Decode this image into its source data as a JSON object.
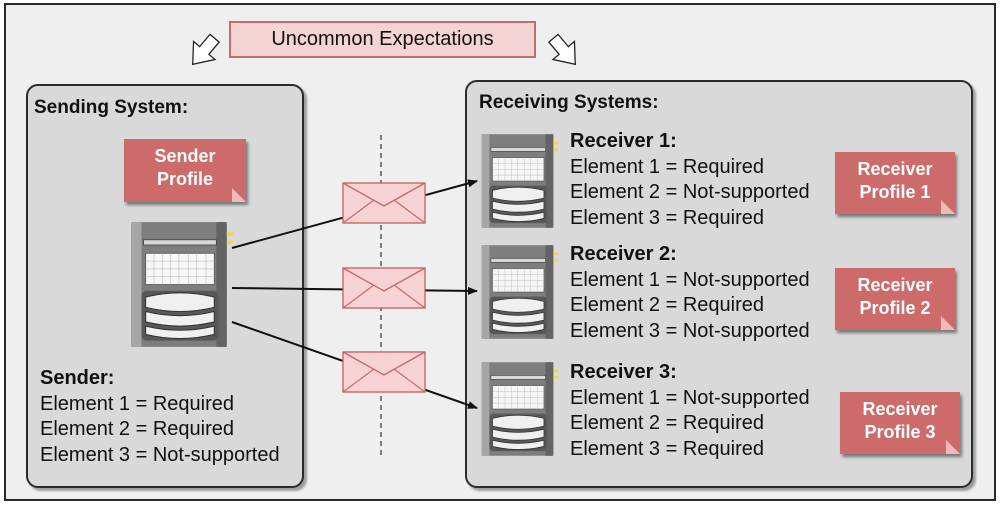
{
  "header": {
    "title": "Uncommon Expectations"
  },
  "sending": {
    "title": "Sending System:",
    "profile_line1": "Sender",
    "profile_line2": "Profile",
    "sender_heading": "Sender:",
    "elements": [
      "Element 1 = Required",
      "Element 2 = Required",
      "Element 3 = Not-supported"
    ]
  },
  "receiving": {
    "title": "Receiving Systems:",
    "receivers": [
      {
        "heading": "Receiver 1:",
        "profile_line1": "Receiver",
        "profile_line2": "Profile 1",
        "elements": [
          "Element 1 = Required",
          "Element 2 = Not-supported",
          "Element 3 = Required"
        ]
      },
      {
        "heading": "Receiver 2:",
        "profile_line1": "Receiver",
        "profile_line2": "Profile 2",
        "elements": [
          "Element 1 = Not-supported",
          "Element 2 = Required",
          "Element 3 = Not-supported"
        ]
      },
      {
        "heading": "Receiver 3:",
        "profile_line1": "Receiver",
        "profile_line2": "Profile 3",
        "elements": [
          "Element 1 = Not-supported",
          "Element 2 = Required",
          "Element 3 = Required"
        ]
      }
    ]
  },
  "colors": {
    "note_fill": "#cd6a6a",
    "title_fill": "#f3d4d4",
    "envelope_fill": "#f7d3d3",
    "panel_fill": "#d9d9d9"
  }
}
